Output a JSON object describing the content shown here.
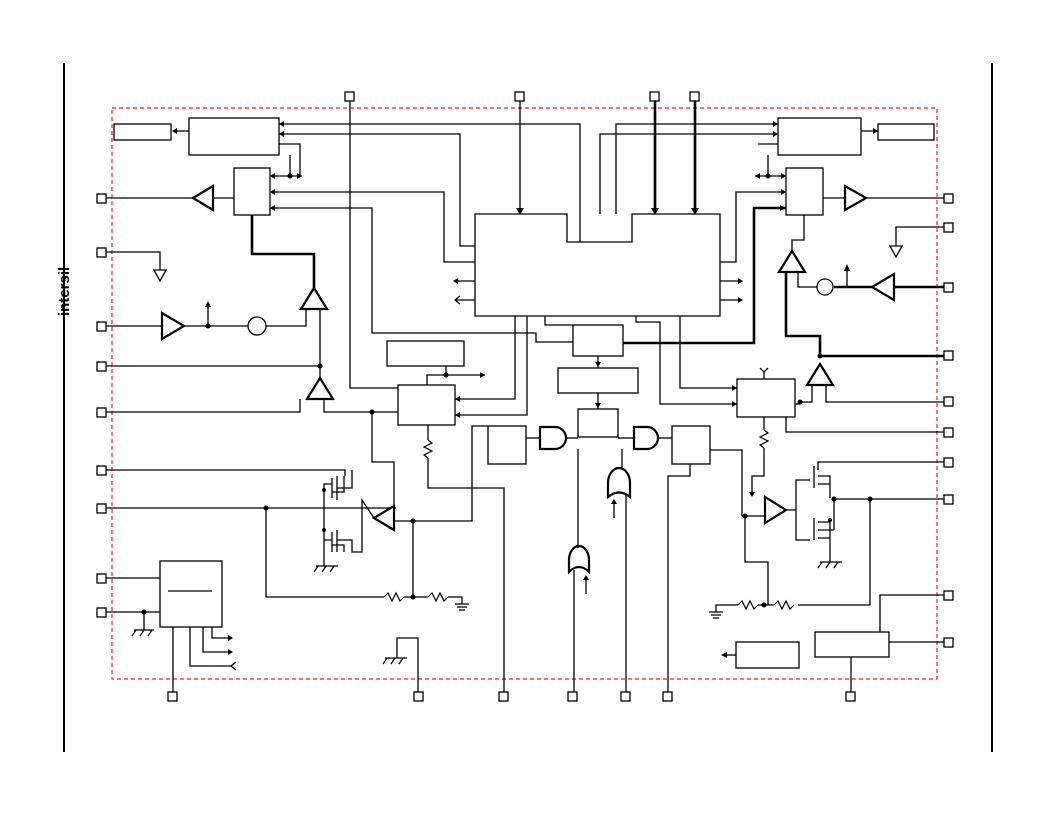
{
  "logo": {
    "text": "intersil"
  },
  "colors": {
    "wire": "#000000",
    "boundary": "#e8202a",
    "background": "#ffffff"
  },
  "icons": [
    "pin-square",
    "amplifier-triangle",
    "and-gate",
    "or-gate",
    "resistor",
    "ground",
    "chassis-ground",
    "transistor-mosfet"
  ]
}
